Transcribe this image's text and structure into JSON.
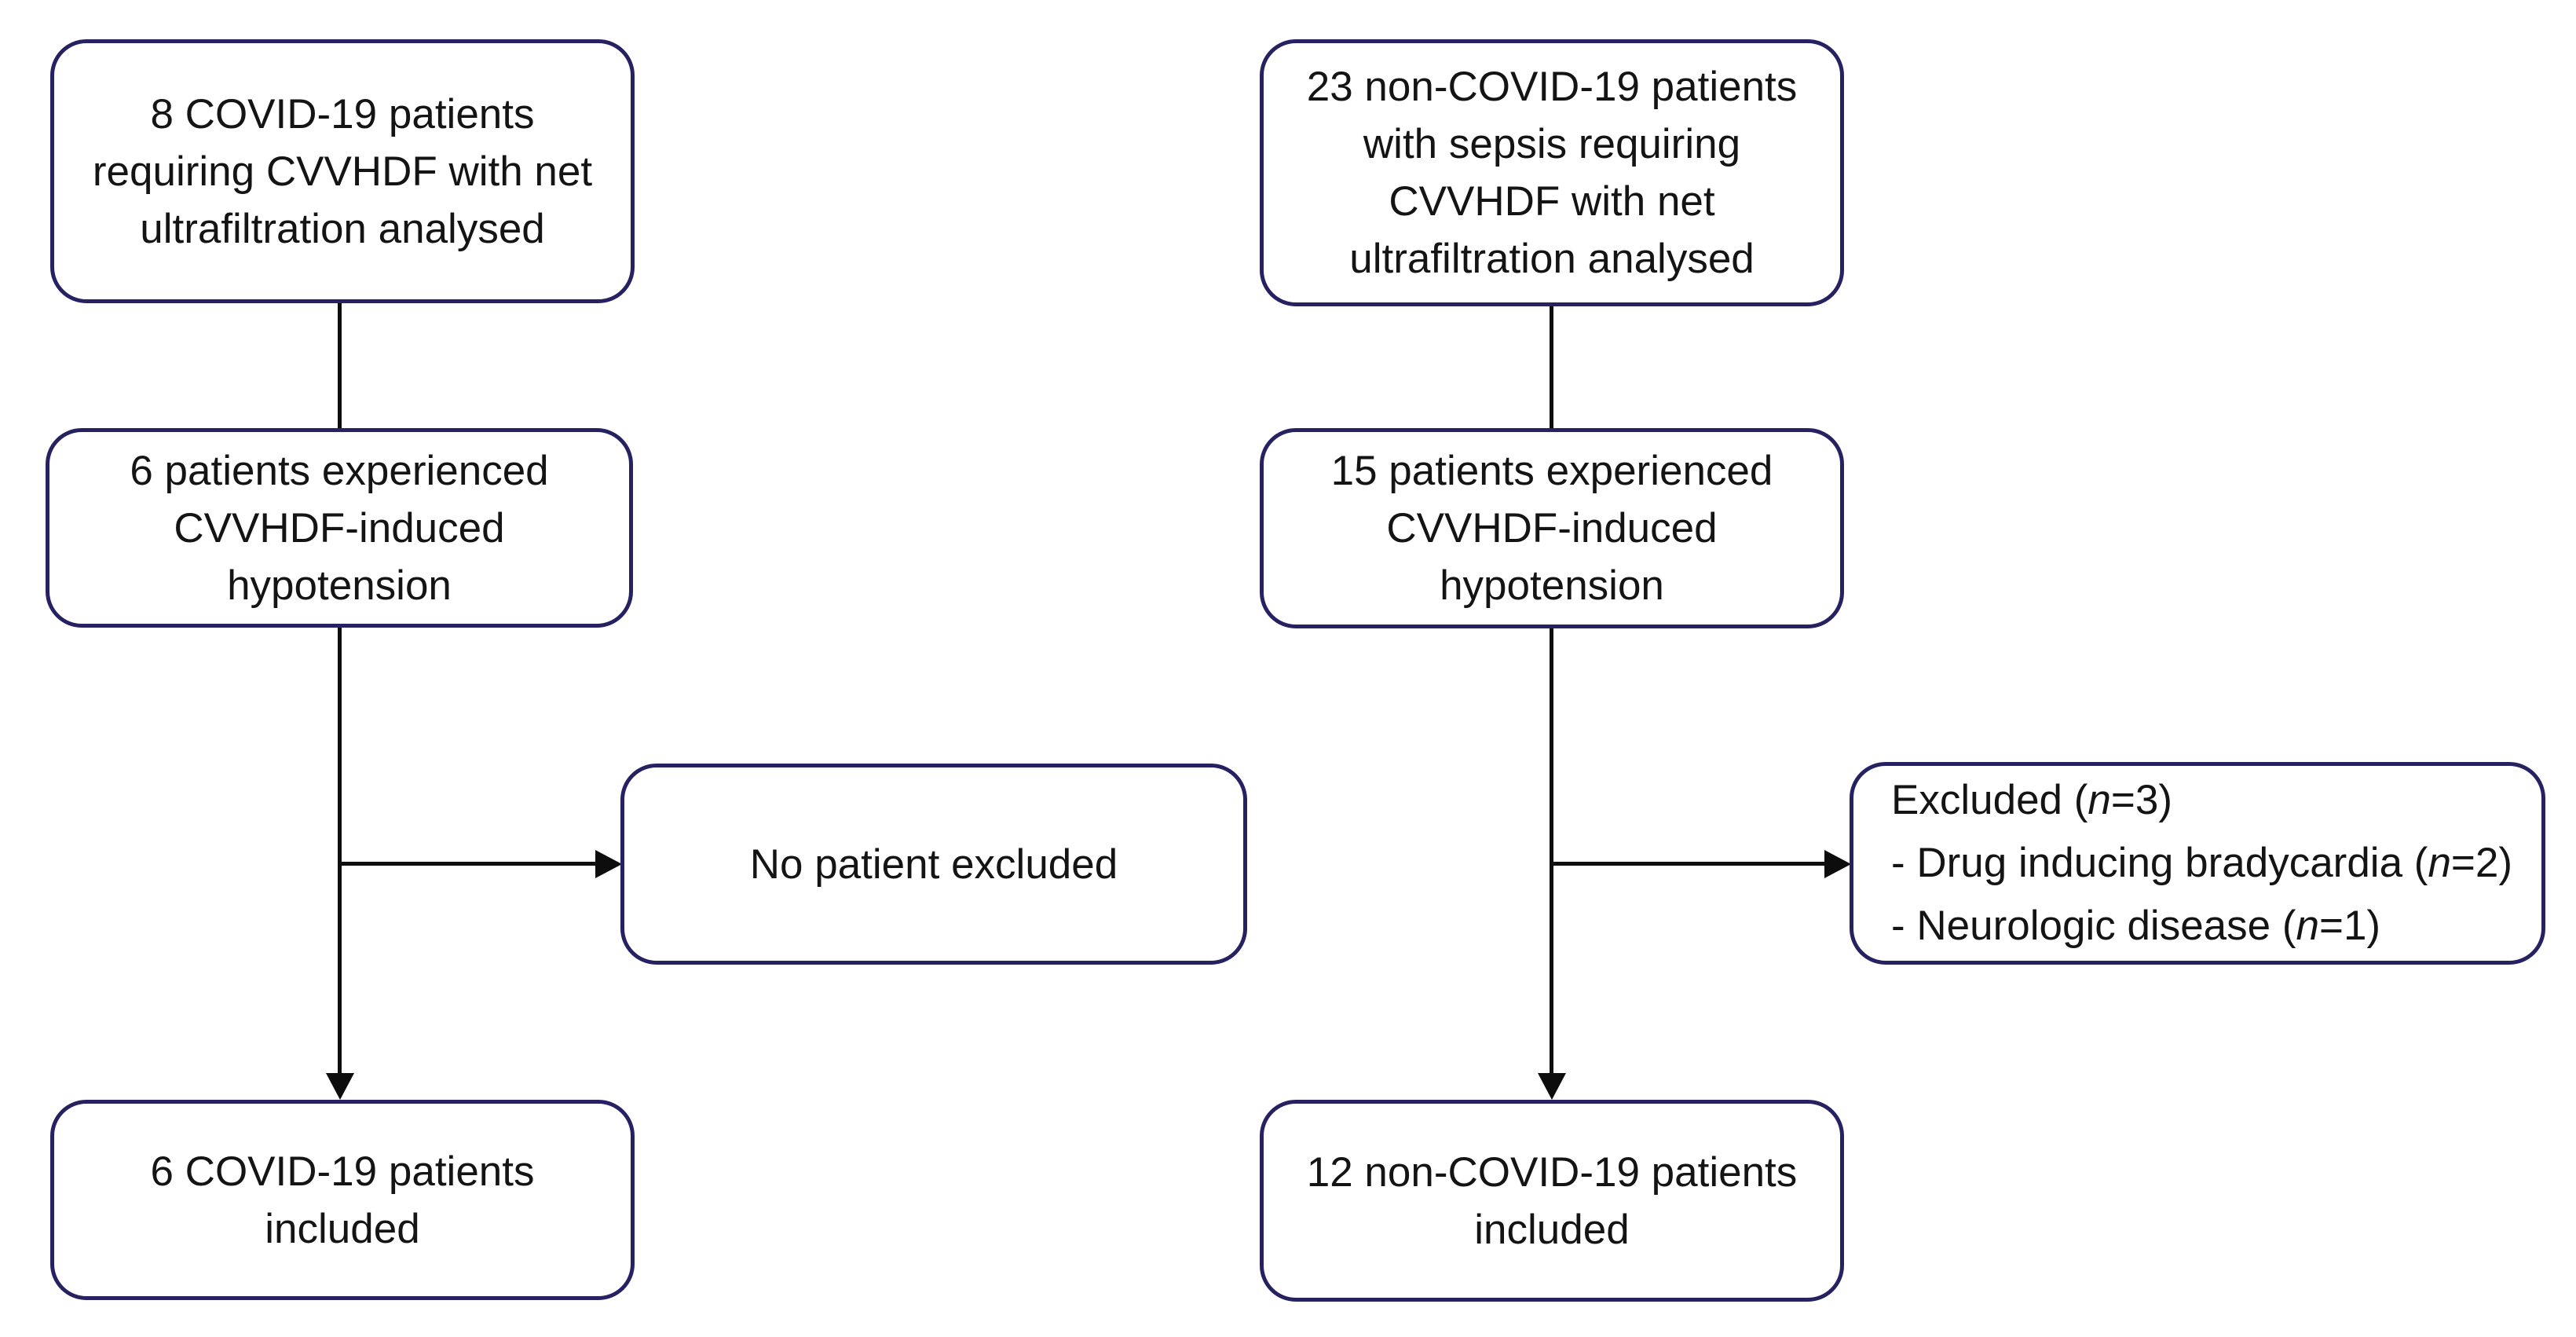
{
  "colors": {
    "box_border": "#262262",
    "connector": "#0d0d0d",
    "text": "#141414",
    "background": "#ffffff"
  },
  "flowchart": {
    "covid_arm": {
      "analysed": {
        "lines": [
          "8 COVID-19 patients",
          "requiring CVVHDF with net",
          "ultrafiltration analysed"
        ]
      },
      "hypotension": {
        "lines": [
          "6 patients experienced",
          "CVVHDF-induced",
          "hypotension"
        ]
      },
      "exclusion": {
        "lines": [
          "No patient excluded"
        ]
      },
      "included": {
        "lines": [
          "6 COVID-19 patients",
          "included"
        ]
      }
    },
    "non_covid_arm": {
      "analysed": {
        "lines": [
          "23 non-COVID-19 patients",
          "with sepsis requiring",
          "CVVHDF with net",
          "ultrafiltration analysed"
        ]
      },
      "hypotension": {
        "lines": [
          "15 patients experienced",
          "CVVHDF-induced",
          "hypotension"
        ]
      },
      "exclusion": {
        "lines_html": [
          "Excluded (<i>n</i>=3)",
          "- Drug inducing bradycardia (<i>n</i>=2)",
          "- Neurologic disease (<i>n</i>=1)"
        ]
      },
      "included": {
        "lines": [
          "12 non-COVID-19 patients",
          "included"
        ]
      }
    }
  }
}
